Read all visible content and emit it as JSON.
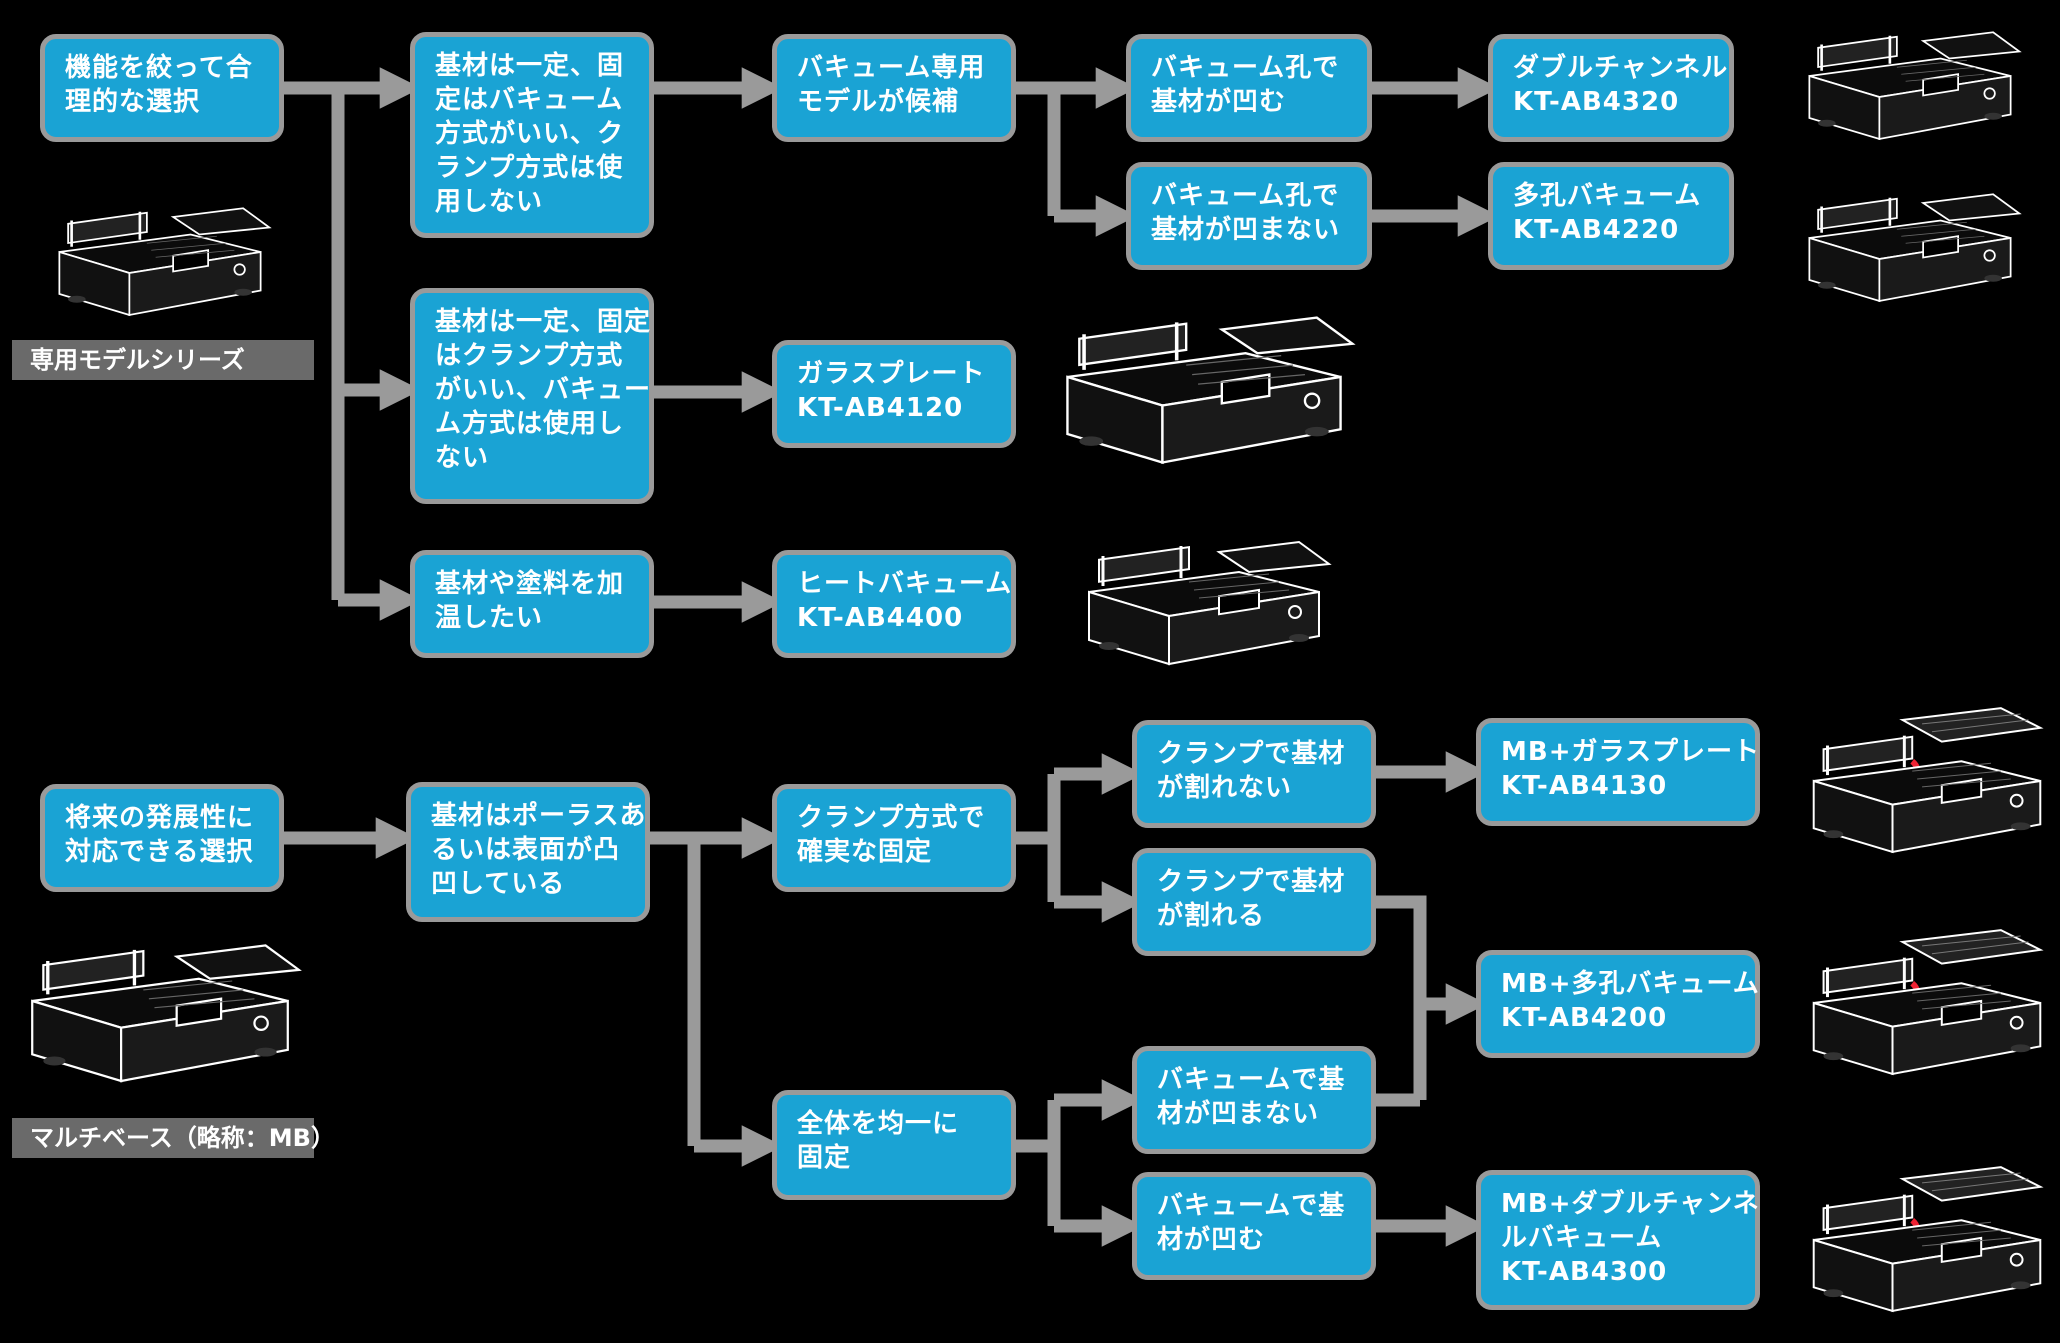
{
  "colors": {
    "background": "#000000",
    "box_fill": "#1aa3d4",
    "box_border": "#9a9a9a",
    "connector": "#9a9a9a",
    "tag_fill": "#6a6a6a",
    "text": "#ffffff"
  },
  "series_labels": {
    "dedicated": "専用モデルシリーズ",
    "multibase": "マルチベース（略称：MB）"
  },
  "boxes": {
    "a1": [
      "機能を絞って合",
      "理的な選択"
    ],
    "b1": [
      "基材は一定、固",
      "定はバキューム",
      "方式がいい、ク",
      "ランプ方式は使",
      "用しない"
    ],
    "b2": [
      "基材は一定、固定",
      "はクランプ方式",
      "がいい、バキュー",
      "ム方式は使用し",
      "ない"
    ],
    "b3": [
      "基材や塗料を加",
      "温したい"
    ],
    "c1": [
      "バキューム専用",
      "モデルが候補"
    ],
    "c2": [
      "ガラスプレート",
      "KT-AB4120"
    ],
    "c3": [
      "ヒートバキューム",
      "KT-AB4400"
    ],
    "d1": [
      "バキューム孔で",
      "基材が凹む"
    ],
    "d2": [
      "バキューム孔で",
      "基材が凹まない"
    ],
    "e1": [
      "ダブルチャンネル",
      "KT-AB4320"
    ],
    "e2": [
      "多孔バキューム",
      "KT-AB4220"
    ],
    "m1": [
      "将来の発展性に",
      "対応できる選択"
    ],
    "m2": [
      "基材はポーラスあ",
      "るいは表面が凸",
      "凹している"
    ],
    "m3": [
      "クランプ方式で",
      "確実な固定"
    ],
    "m4": [
      "全体を均一に",
      "固定"
    ],
    "m5": [
      "クランプで基材",
      "が割れない"
    ],
    "m6": [
      "クランプで基材",
      "が割れる"
    ],
    "m7": [
      "バキュームで基",
      "材が凹まない"
    ],
    "m8": [
      "バキュームで基",
      "材が凹む"
    ],
    "m9": [
      "MB+ガラスプレート",
      "KT-AB4130"
    ],
    "m10": [
      "MB+多孔バキューム",
      "KT-AB4200"
    ],
    "m11": [
      "MB+ダブルチャンネ",
      "ルバキューム",
      "KT-AB4300"
    ]
  },
  "images": {
    "p_dedicated": "coater-machine-icon",
    "p_e1": "coater-machine-icon",
    "p_e2": "coater-machine-icon",
    "p_c2": "coater-machine-icon",
    "p_c3": "coater-machine-icon",
    "p_mb": "coater-machine-icon",
    "p_m9": "coater-machine-with-plate-icon",
    "p_m10": "coater-machine-with-plate-icon",
    "p_m11": "coater-machine-with-plate-icon"
  }
}
